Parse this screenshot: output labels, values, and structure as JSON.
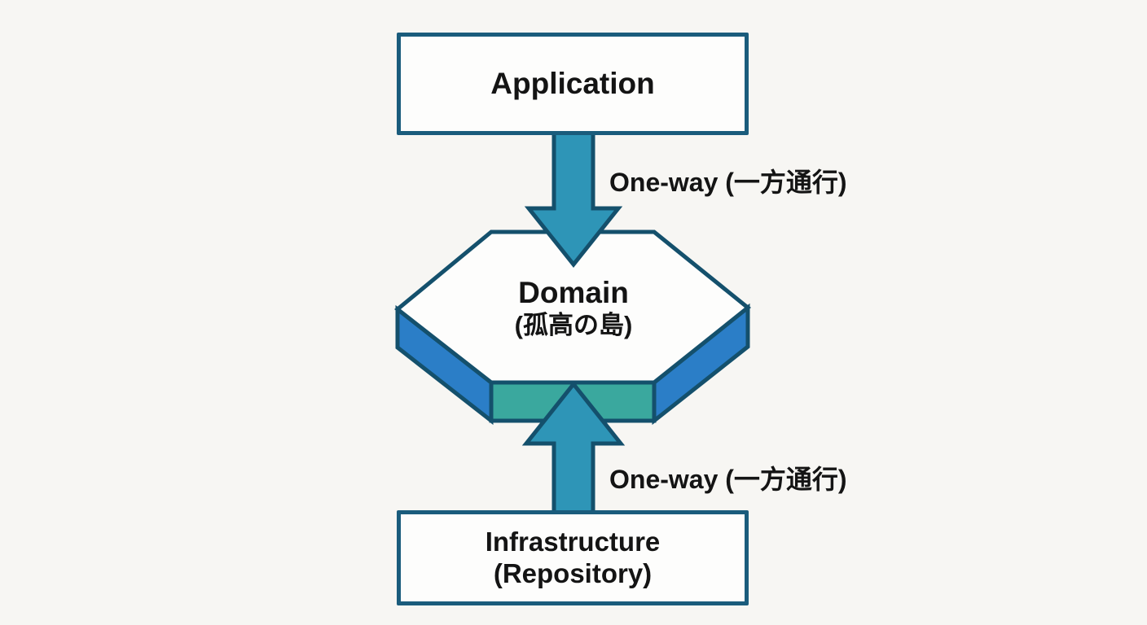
{
  "diagram": {
    "title": "Dependency direction between layers (DDD onion-style diagram)",
    "background_color": "#f7f6f3",
    "colors": {
      "outline": "#14506c",
      "box_border": "#1a5c7c",
      "box_background": "#fdfdfc",
      "arrow_fill": "#2e95b7",
      "hexagon_top_fill": "#fdfdfc",
      "hexagon_side_fill": "#2b7ec7",
      "hexagon_bottom_fill": "#3aa89e",
      "text": "#141414"
    },
    "nodes": {
      "application": {
        "label": "Application",
        "shape": "rectangle"
      },
      "domain": {
        "label": "Domain",
        "sublabel": "(孤高の島)",
        "shape": "hexagon-3d-island"
      },
      "infrastructure": {
        "label": "Infrastructure",
        "sublabel": "(Repository)",
        "shape": "rectangle"
      }
    },
    "edges": {
      "application_to_domain": {
        "label": "One-way (一方通行)",
        "direction": "down",
        "from": "Application",
        "to": "Domain"
      },
      "infrastructure_to_domain": {
        "label": "One-way (一方通行)",
        "direction": "up",
        "from": "Infrastructure",
        "to": "Domain"
      }
    }
  }
}
